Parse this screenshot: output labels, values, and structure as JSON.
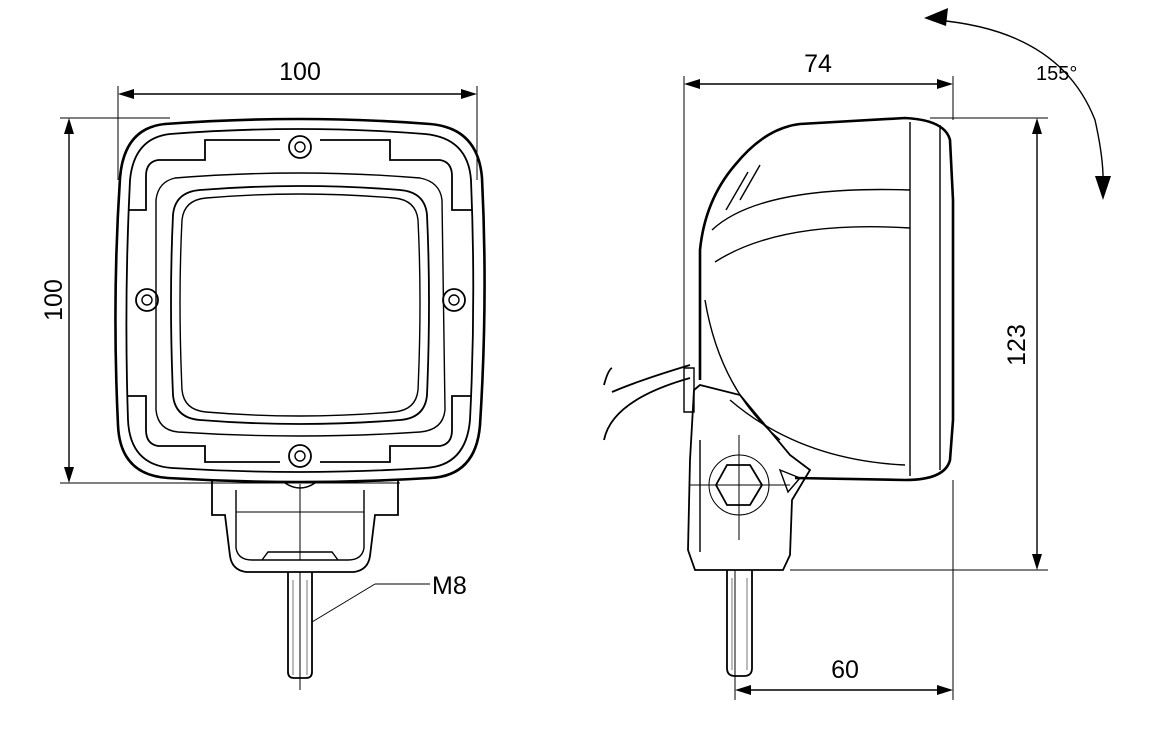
{
  "front_view": {
    "width_dim": "100",
    "height_dim": "100",
    "thread_label": "M8"
  },
  "side_view": {
    "depth_dim": "74",
    "height_dim": "123",
    "mount_depth_dim": "60",
    "rotation_angle": "155°"
  }
}
